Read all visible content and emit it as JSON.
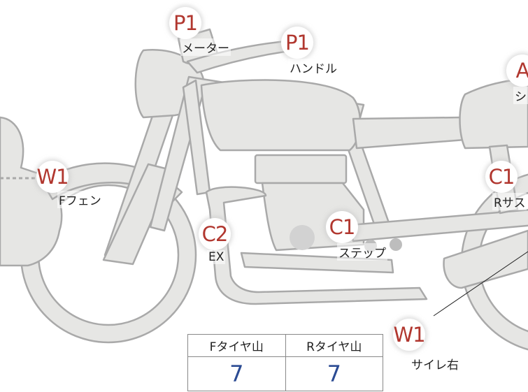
{
  "colors": {
    "part_fill": "#e6e6e4",
    "part_stroke": "#a9a9a9",
    "badge_text": "#b1372f",
    "value_text": "#2b4b93",
    "table_border": "#888888"
  },
  "markers": [
    {
      "code": "P1",
      "label": "メーター"
    },
    {
      "code": "P1",
      "label": "ハンドル"
    },
    {
      "code": "A",
      "label": "シ"
    },
    {
      "code": "W1",
      "label": "Fフェン"
    },
    {
      "code": "C1",
      "label": "Rサス"
    },
    {
      "code": "C2",
      "label": "EX"
    },
    {
      "code": "C1",
      "label": "ステップ"
    },
    {
      "code": "W1",
      "label": "サイレ右"
    }
  ],
  "tire_table": {
    "headers": [
      "Fタイヤ山",
      "Rタイヤ山"
    ],
    "values": [
      "7",
      "7"
    ]
  }
}
